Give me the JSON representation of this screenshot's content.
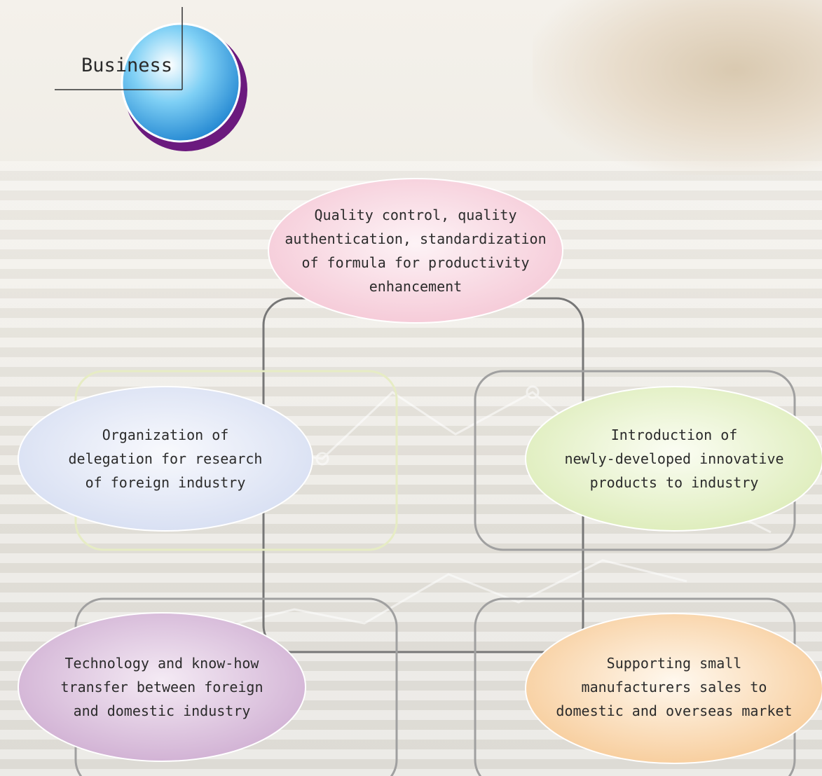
{
  "header": {
    "title": "Business"
  },
  "diagram": {
    "nodes": [
      {
        "id": "quality",
        "text": "Quality control, quality\nauthentication, standardization\nof formula for productivity\nenhancement",
        "color": "#f6d2dd"
      },
      {
        "id": "delegation",
        "text": "Organization of\ndelegation for research\nof foreign industry",
        "color": "#dde3f3"
      },
      {
        "id": "introduction",
        "text": "Introduction of\nnewly-developed innovative\nproducts to industry",
        "color": "#e3efc4"
      },
      {
        "id": "transfer",
        "text": "Technology and know-how\ntransfer between foreign\nand domestic industry",
        "color": "#d7bcd8"
      },
      {
        "id": "supporting",
        "text": "Supporting small\nmanufacturers sales to\ndomestic and overseas market",
        "color": "#f8d3a8"
      }
    ]
  },
  "colors": {
    "accent_circle": "#3aa8e6",
    "circle_shadow": "#6b1a7e",
    "frame_stroke": "#8a8a8a"
  }
}
